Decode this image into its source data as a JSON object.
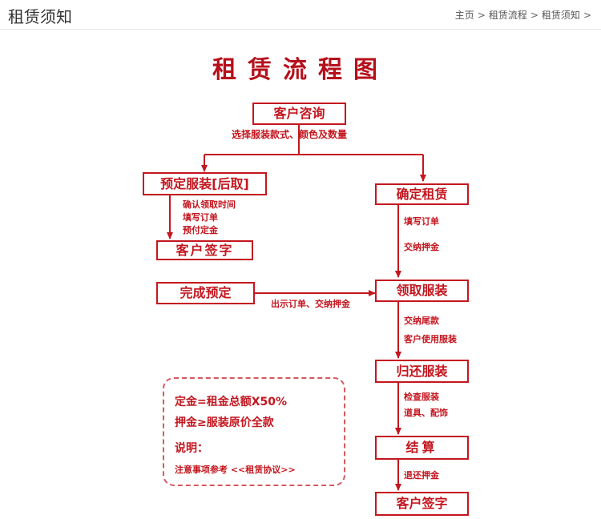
{
  "header": {
    "title": "租赁须知",
    "breadcrumb": [
      "主页",
      "租赁流程",
      "租赁须知"
    ],
    "separator": ">"
  },
  "flow": {
    "title": "租赁流程图",
    "boxes": {
      "consult": "客户咨询",
      "reserve": "预定服装[后取]",
      "sign_left": "客户签字",
      "complete_reserve": "完成预定",
      "confirm_rent": "确定租赁",
      "pickup": "领取服装",
      "return": "归还服装",
      "settle": "结算",
      "sign_right": "客户签字"
    },
    "notes": {
      "consult": "选择服装款式、颜色及数量",
      "reserve_1": "确认领取时间",
      "reserve_2": "填写订单",
      "reserve_3": "预付定金",
      "confirm_1": "填写订单",
      "confirm_2": "交纳押金",
      "complete": "出示订单、交纳押金",
      "pickup_1": "交纳尾款",
      "pickup_2": "客户使用服装",
      "return_1": "检查服装",
      "return_2": "道具、配饰",
      "settle_1": "退还押金"
    },
    "terms": {
      "deposit": "定金=租金总额X50%",
      "security": "押金≥服装原价全款",
      "explain_label": "说明：",
      "reference": "注意事项参考 <<租赁协议>>"
    },
    "colors": {
      "primary": "#c4161f",
      "title": "#b5101b"
    }
  }
}
